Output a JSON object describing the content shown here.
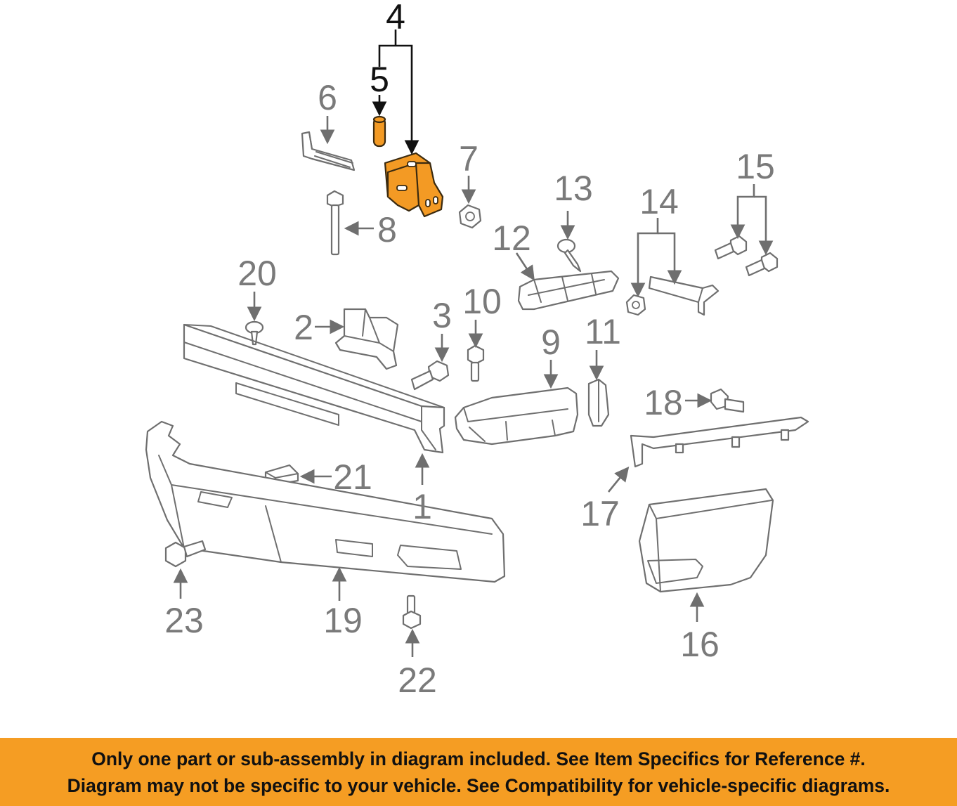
{
  "diagram": {
    "highlight_color": "#f39a24",
    "line_color": "#6f6f6f",
    "callouts": [
      {
        "id": "1",
        "label": "1"
      },
      {
        "id": "2",
        "label": "2"
      },
      {
        "id": "3",
        "label": "3"
      },
      {
        "id": "4",
        "label": "4",
        "highlighted": true
      },
      {
        "id": "5",
        "label": "5",
        "highlighted": true
      },
      {
        "id": "6",
        "label": "6"
      },
      {
        "id": "7",
        "label": "7"
      },
      {
        "id": "8",
        "label": "8"
      },
      {
        "id": "9",
        "label": "9"
      },
      {
        "id": "10",
        "label": "10"
      },
      {
        "id": "11",
        "label": "11"
      },
      {
        "id": "12",
        "label": "12"
      },
      {
        "id": "13",
        "label": "13"
      },
      {
        "id": "14",
        "label": "14"
      },
      {
        "id": "15",
        "label": "15"
      },
      {
        "id": "16",
        "label": "16"
      },
      {
        "id": "17",
        "label": "17"
      },
      {
        "id": "18",
        "label": "18"
      },
      {
        "id": "19",
        "label": "19"
      },
      {
        "id": "20",
        "label": "20"
      },
      {
        "id": "21",
        "label": "21"
      },
      {
        "id": "22",
        "label": "22"
      },
      {
        "id": "23",
        "label": "23"
      }
    ]
  },
  "disclaimer": {
    "background_color": "#f59d23",
    "line1": "Only one part or sub-assembly in diagram included. See Item Specifics for Reference #.",
    "line2": "Diagram may not be specific to your vehicle. See Compatibility for vehicle-specific diagrams."
  }
}
